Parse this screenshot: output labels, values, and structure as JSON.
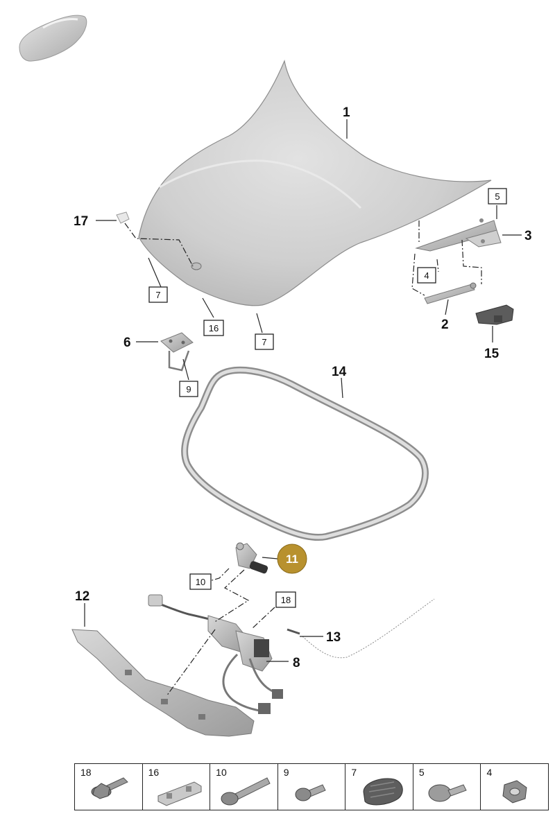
{
  "diagram": {
    "callouts": [
      {
        "id": "1",
        "label": "1",
        "boxed": false
      },
      {
        "id": "2",
        "label": "2",
        "boxed": false
      },
      {
        "id": "3",
        "label": "3",
        "boxed": false
      },
      {
        "id": "4",
        "label": "4",
        "boxed": true
      },
      {
        "id": "5",
        "label": "5",
        "boxed": true
      },
      {
        "id": "6",
        "label": "6",
        "boxed": false
      },
      {
        "id": "7a",
        "label": "7",
        "boxed": true
      },
      {
        "id": "7b",
        "label": "7",
        "boxed": true
      },
      {
        "id": "8",
        "label": "8",
        "boxed": false
      },
      {
        "id": "9",
        "label": "9",
        "boxed": true
      },
      {
        "id": "10",
        "label": "10",
        "boxed": true
      },
      {
        "id": "11",
        "label": "11",
        "boxed": false,
        "highlighted": true
      },
      {
        "id": "12",
        "label": "12",
        "boxed": false
      },
      {
        "id": "13",
        "label": "13",
        "boxed": false
      },
      {
        "id": "14",
        "label": "14",
        "boxed": false
      },
      {
        "id": "15",
        "label": "15",
        "boxed": false
      },
      {
        "id": "16",
        "label": "16",
        "boxed": true
      },
      {
        "id": "17",
        "label": "17",
        "boxed": false
      },
      {
        "id": "18",
        "label": "18",
        "boxed": true
      }
    ],
    "highlight_color": "#b8912e",
    "part_color": "#c8c8c8"
  },
  "legend": {
    "items": [
      {
        "label": "18",
        "icon": "bolt-flange-icon"
      },
      {
        "label": "16",
        "icon": "bracket-clip-icon"
      },
      {
        "label": "10",
        "icon": "long-screw-icon"
      },
      {
        "label": "9",
        "icon": "short-screw-icon"
      },
      {
        "label": "7",
        "icon": "rubber-buffer-icon"
      },
      {
        "label": "5",
        "icon": "washer-screw-icon"
      },
      {
        "label": "4",
        "icon": "hex-nut-icon"
      }
    ]
  }
}
